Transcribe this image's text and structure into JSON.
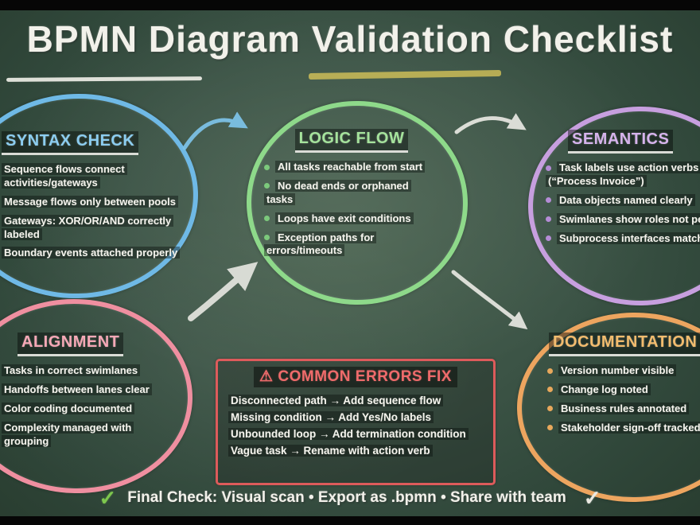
{
  "title": "BPMN Diagram Validation Checklist",
  "sections": {
    "syntax": {
      "title": "SYNTAX CHECK",
      "color": "#6fb9e6",
      "items": [
        "Sequence flows connect activities/gateways",
        "Message flows only between pools",
        "Gateways: XOR/OR/AND correctly labeled",
        "Boundary events attached properly"
      ]
    },
    "logic": {
      "title": "LOGIC FLOW",
      "color": "#8ed98a",
      "items": [
        "All tasks reachable from start",
        "No dead ends or orphaned tasks",
        "Loops have exit conditions",
        "Exception paths for errors/timeouts"
      ]
    },
    "semantics": {
      "title": "SEMANTICS",
      "color": "#c79fdf",
      "items": [
        "Task labels use action verbs (“Process Invoice”)",
        "Data objects named clearly",
        "Swimlanes show roles not people",
        "Subprocess interfaces match"
      ]
    },
    "alignment": {
      "title": "ALIGNMENT",
      "color": "#ef8fa0",
      "items": [
        "Tasks in correct swimlanes",
        "Handoffs between lanes clear",
        "Color coding documented",
        "Complexity managed with grouping"
      ]
    },
    "documentation": {
      "title": "DOCUMENTATION",
      "color": "#eda55f",
      "items": [
        "Version number visible",
        "Change log noted",
        "Business rules annotated",
        "Stakeholder sign-off tracked"
      ]
    }
  },
  "errors_box": {
    "icon": "⚠",
    "title": "COMMON ERRORS FIX",
    "color": "#ef6b6b",
    "items": [
      "Disconnected path → Add sequence flow",
      "Missing condition → Add Yes/No labels",
      "Unbounded loop → Add termination condition",
      "Vague task → Rename with action verb"
    ]
  },
  "footer": {
    "check_icon": "✓",
    "text": "Final Check: Visual scan • Export as .bpmn • Share with team"
  },
  "colors": {
    "board_green": "#3c5446",
    "highlight_yellow": "#d9c558",
    "check_green": "#7dc74e",
    "chalk_white": "#f2f1ea"
  }
}
